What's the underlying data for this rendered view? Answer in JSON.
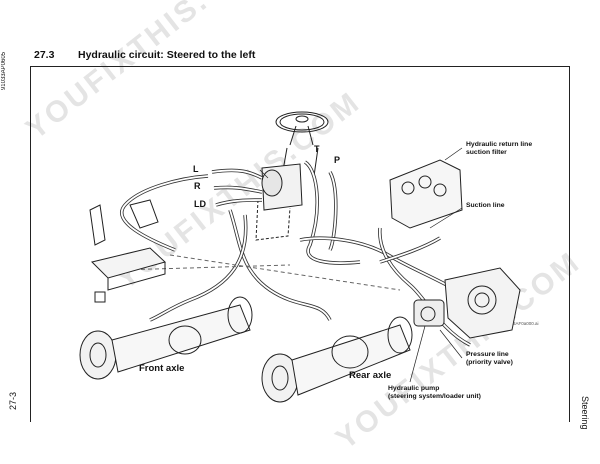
{
  "header": {
    "section_number": "27.3",
    "section_title": "Hydraulic circuit: Steered to the left"
  },
  "side": {
    "doc_code": "91033AP0605",
    "page_number": "27-3",
    "chapter": "Steering"
  },
  "diagram": {
    "letters": {
      "l": "L",
      "r": "R",
      "ld": "LD",
      "t": "T",
      "p": "P"
    },
    "callouts": {
      "return_line_1": "Hydraulic return line",
      "return_line_2": "suction filter",
      "suction_line": "Suction line",
      "pressure_line_1": "Pressure line",
      "pressure_line_2": "(priority valve)",
      "pump_1": "Hydraulic pump",
      "pump_2": "(steering system/loader unit)"
    },
    "front_axle": "Front axle",
    "rear_axle": "Rear axle",
    "figure_code": "3AF0a000.ai"
  },
  "watermark": {
    "text": "YOUFIXTHIS.COM"
  }
}
